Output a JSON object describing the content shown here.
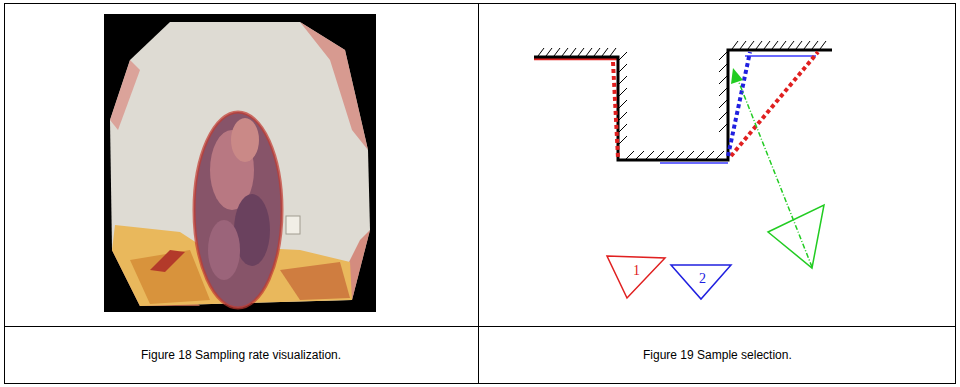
{
  "diagram": {
    "nodes": [
      {
        "text": [
          "1"
        ]
      },
      {
        "text": [
          "2"
        ]
      }
    ],
    "labels": [
      "Figure 18 Sampling rate visualization.",
      "Figure 19 Sample selection."
    ]
  }
}
